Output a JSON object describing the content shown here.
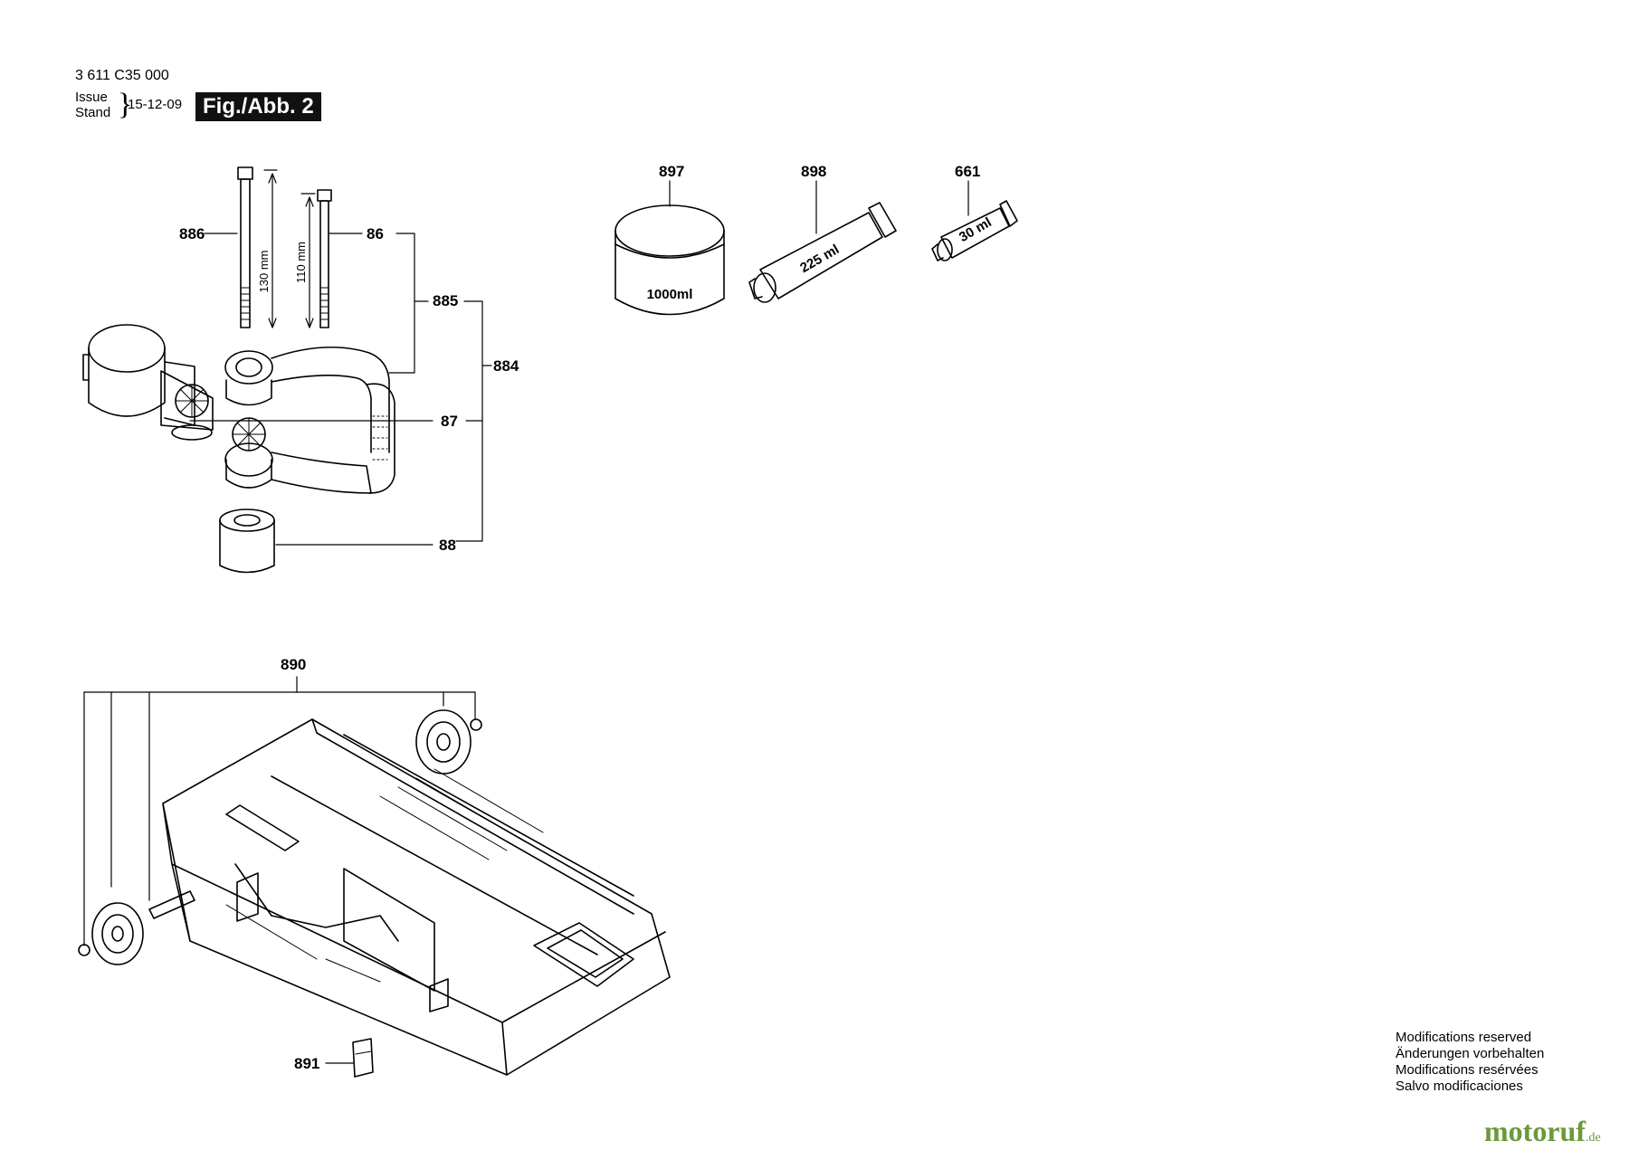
{
  "header": {
    "page_number": "3 611 C35 000",
    "issue_label": "Issue",
    "stand_label": "Stand",
    "issue_date": "15-12-09",
    "figure_label": "Fig./Abb. 2"
  },
  "parts": {
    "p886": "886",
    "p86": "86",
    "p885": "885",
    "p884": "884",
    "p87": "87",
    "p88": "88",
    "p897": "897",
    "p898": "898",
    "p661": "661",
    "p890": "890",
    "p891": "891"
  },
  "dimensions": {
    "bolt_long": "130 mm",
    "bolt_short": "110 mm"
  },
  "containers": {
    "tub_volume": "1000ml",
    "tube_large_volume": "225 ml",
    "tube_small_volume": "30 ml"
  },
  "notice": {
    "en": "Modifications reserved",
    "de": "Änderungen vorbehalten",
    "fr": "Modifications resérvées",
    "es": "Salvo modificaciones"
  },
  "watermark": {
    "name": "motoruf",
    "tld": ".de"
  }
}
